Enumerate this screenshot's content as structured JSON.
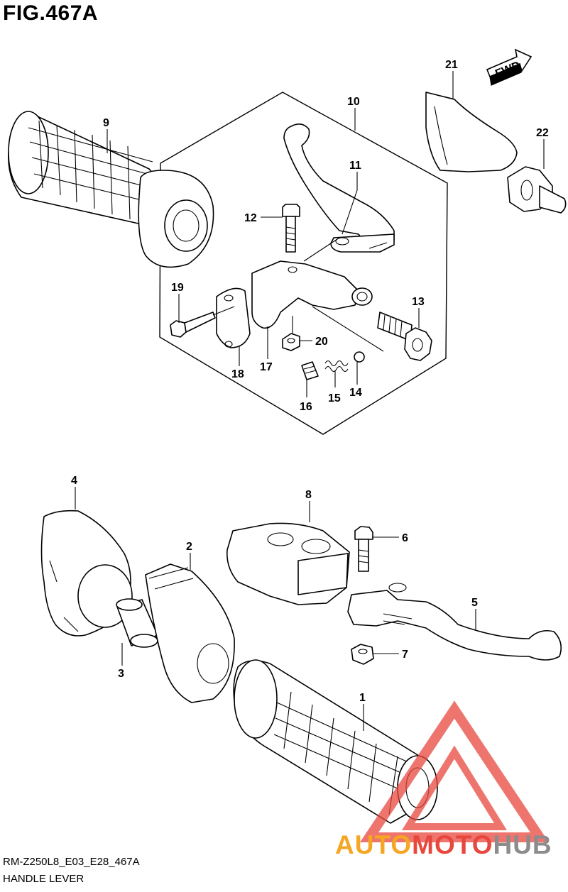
{
  "figure": {
    "title": "FIG.467A",
    "code": "RM-Z250L8_E03_E28_467A",
    "name": "HANDLE LEVER",
    "fwd_label": "FWD"
  },
  "callouts": [
    "1",
    "2",
    "3",
    "4",
    "5",
    "6",
    "7",
    "8",
    "9",
    "10",
    "11",
    "12",
    "13",
    "14",
    "15",
    "16",
    "17",
    "18",
    "19",
    "20",
    "21",
    "22"
  ],
  "watermark": {
    "part1": "AUTO",
    "part2": "MOTO",
    "part3": "HUB",
    "color_orange": "#f5a623",
    "color_red": "#e8473d",
    "color_gray": "#8c8c8c"
  }
}
